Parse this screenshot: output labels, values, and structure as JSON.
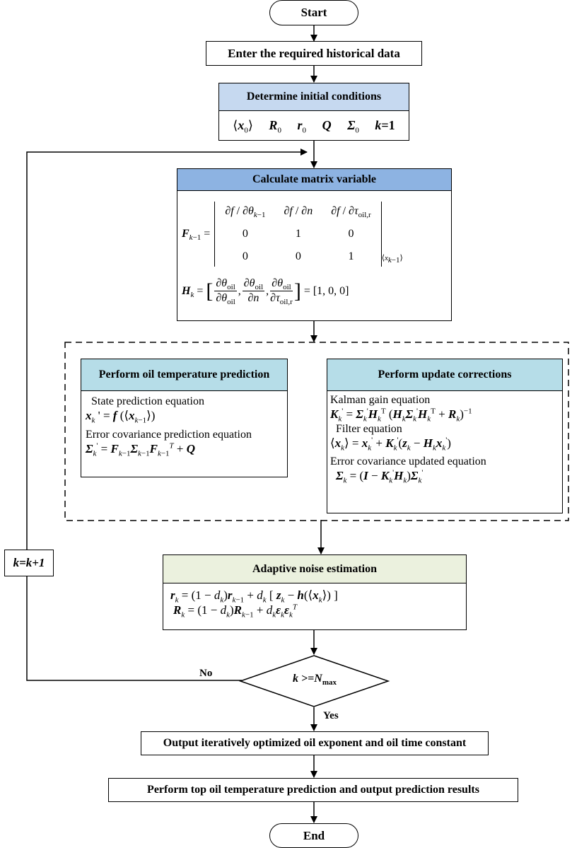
{
  "flow": {
    "start": "Start",
    "enter_data": "Enter the required historical data",
    "initial_conditions_title": "Determine initial conditions",
    "calc_matrix_title": "Calculate matrix variable",
    "oil_pred_title": "Perform oil temperature prediction",
    "state_pred_label": "State prediction equation",
    "error_cov_pred_label": "Error covariance prediction equation",
    "update_title": "Perform update corrections",
    "kalman_gain_label": "Kalman gain equation",
    "filter_label": "Filter equation",
    "error_cov_update_label": "Error covariance updated equation",
    "adaptive_title": "Adaptive noise estimation",
    "loop_increment": "k=k+1",
    "decision": "k >=N",
    "decision_sub": "max",
    "no_label": "No",
    "yes_label": "Yes",
    "output_optimized": "Output iteratively optimized oil exponent and oil time constant",
    "output_prediction": "Perform top oil temperature prediction and output prediction results",
    "end": "End"
  },
  "colors": {
    "initial_header": "#c6d9f0",
    "matrix_header": "#8db3e2",
    "prediction_header": "#b6dde8",
    "update_header": "#b6dde8",
    "adaptive_header": "#ebf1de",
    "stroke": "#000000"
  }
}
